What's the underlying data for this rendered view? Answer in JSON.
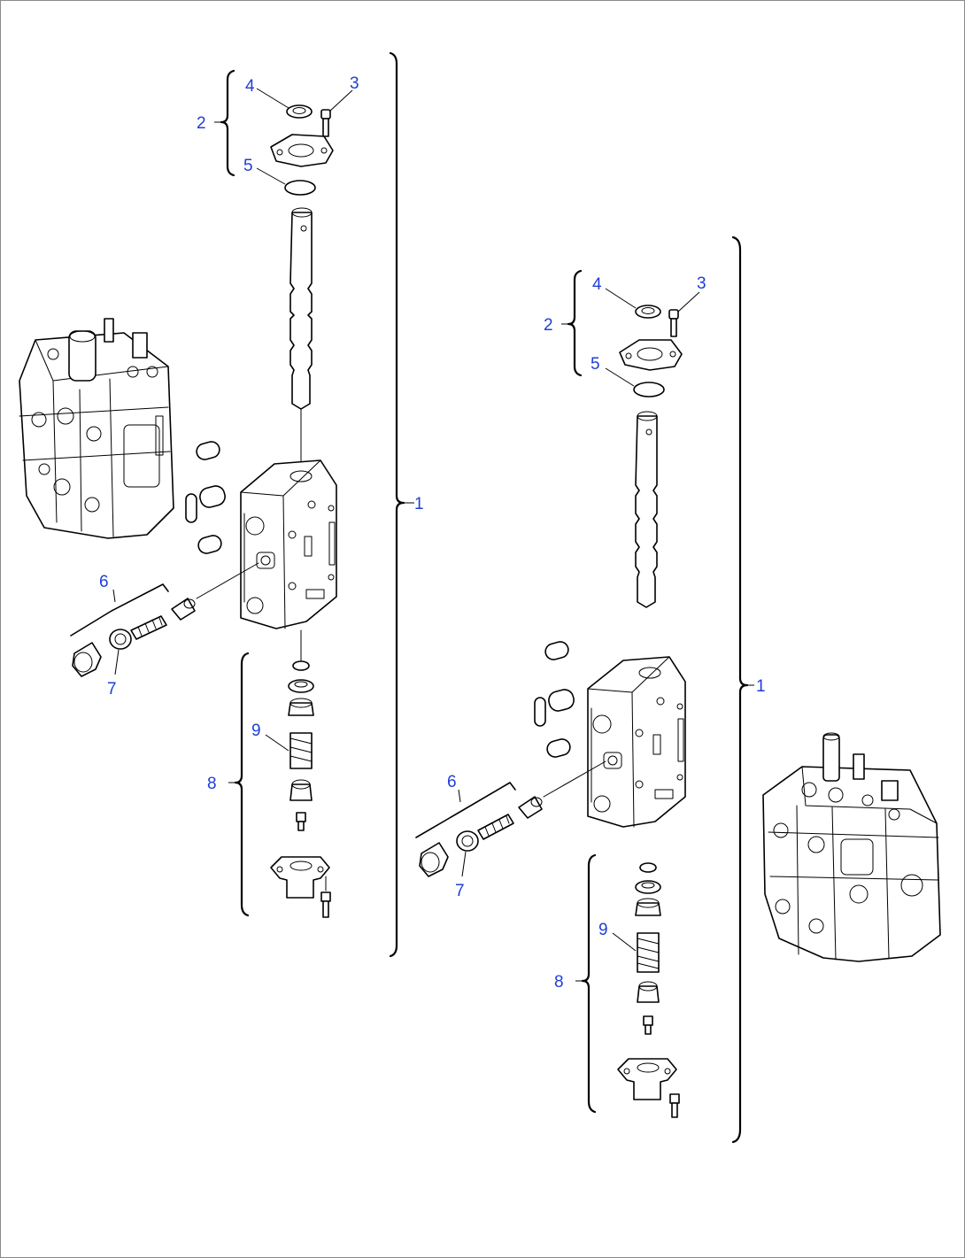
{
  "callouts": {
    "left": {
      "p1": "1",
      "p2": "2",
      "p3": "3",
      "p4": "4",
      "p5": "5",
      "p6": "6",
      "p7": "7",
      "p8": "8",
      "p9": "9"
    },
    "right": {
      "p1": "1",
      "p2": "2",
      "p3": "3",
      "p4": "4",
      "p5": "5",
      "p6": "6",
      "p7": "7",
      "p8": "8",
      "p9": "9"
    }
  },
  "colors": {
    "callout_text": "#1f3fd6",
    "line_art": "#000000",
    "frame_border": "#8a8a8a"
  }
}
